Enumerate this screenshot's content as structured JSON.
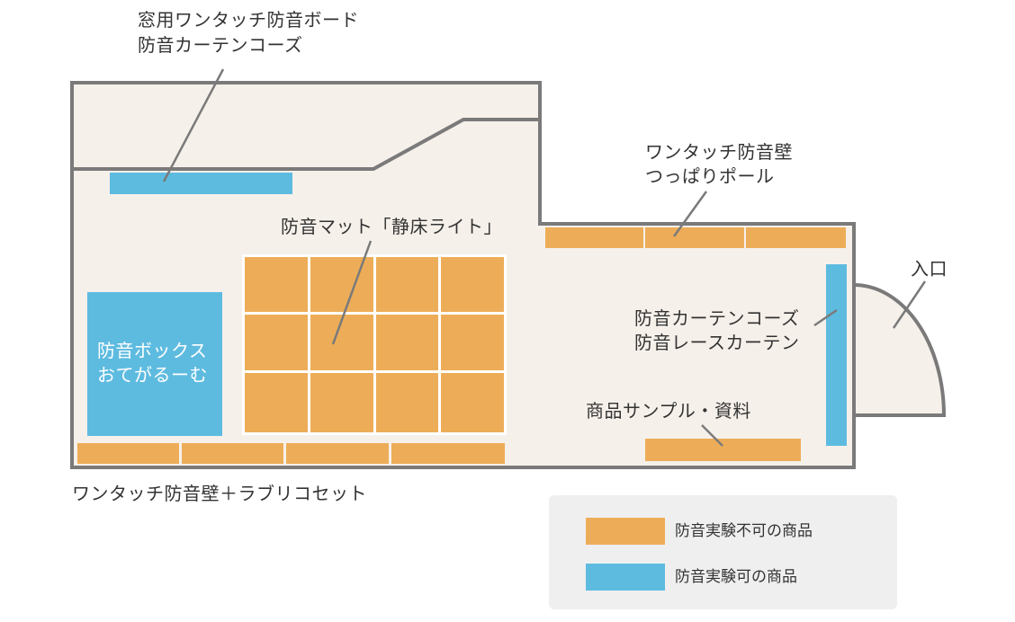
{
  "colors": {
    "floor": "#f6f0ea",
    "wall": "#7a7a7a",
    "orange": "#edad58",
    "blue": "#5ebbe0",
    "legend_bg": "#efefef"
  },
  "labels": {
    "window_board": "窓用ワンタッチ防音ボード",
    "curtain_top": "防音カーテンコーズ",
    "wall_pole_1": "ワンタッチ防音壁",
    "wall_pole_2": "つっぱりポール",
    "mat": "防音マット「静床ライト」",
    "entrance": "入口",
    "curtain_right_1": "防音カーテンコーズ",
    "curtain_right_2": "防音レースカーテン",
    "box_1": "防音ボックス",
    "box_2": "おてがるーむ",
    "samples": "商品サンプル・資料",
    "wall_set": "ワンタッチ防音壁＋ラブリコセット"
  },
  "legend": {
    "orange_label": "防音実験不可の商品",
    "blue_label": "防音実験可の商品"
  }
}
